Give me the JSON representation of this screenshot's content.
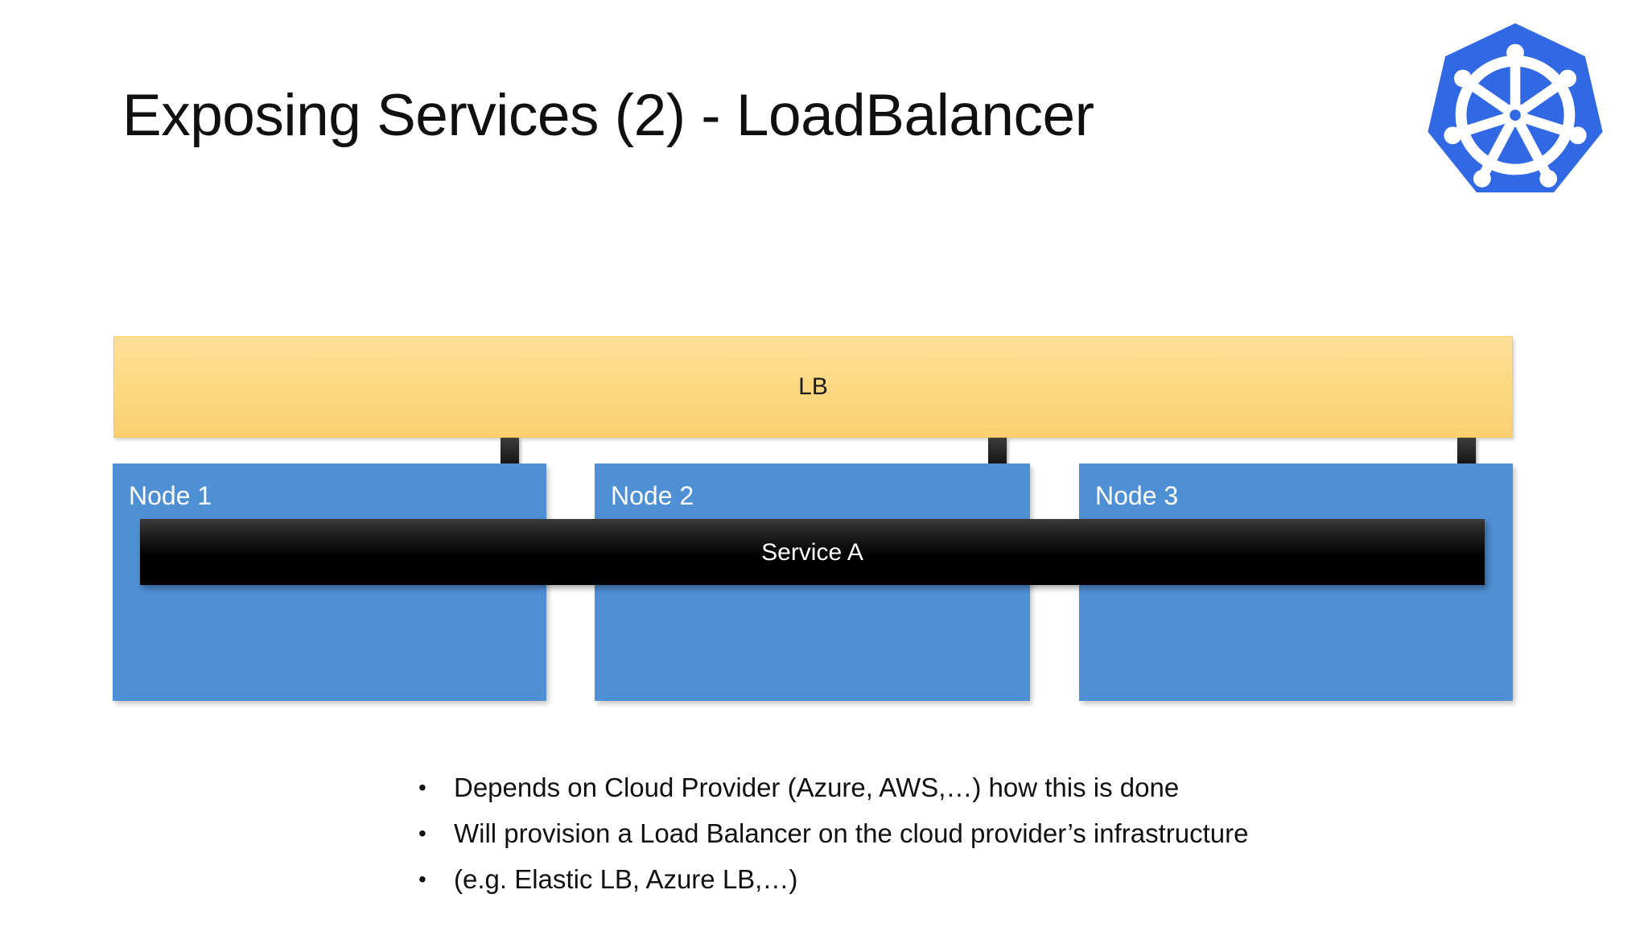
{
  "slide": {
    "title": "Exposing Services (2) - LoadBalancer",
    "background_color": "#ffffff"
  },
  "logo": {
    "name": "kubernetes-logo",
    "heptagon_color": "#3069e3",
    "wheel_color": "#ffffff"
  },
  "diagram": {
    "load_balancer": {
      "label": "LB",
      "fill_top": "#ffe09a",
      "fill_bottom": "#fcd072",
      "border_color": "#f7c94f",
      "text_color": "#1a1a1a"
    },
    "service": {
      "label": "Service A",
      "fill": "#000000",
      "text_color": "#ffffff"
    },
    "node_fill": "#4f8fd4",
    "node_text_color": "#ffffff",
    "connector_color": "#000000",
    "nodes": [
      {
        "label": "Node 1"
      },
      {
        "label": "Node 2"
      },
      {
        "label": "Node 3"
      }
    ],
    "connectors": [
      {
        "name": "lb-to-node-1"
      },
      {
        "name": "lb-to-node-2"
      },
      {
        "name": "lb-to-node-3"
      }
    ]
  },
  "bullets": {
    "marker": "•",
    "items": [
      "Depends on Cloud Provider (Azure, AWS,…) how this is done",
      "Will provision a Load Balancer on the cloud provider’s infrastructure",
      "(e.g. Elastic LB, Azure LB,…)"
    ]
  }
}
